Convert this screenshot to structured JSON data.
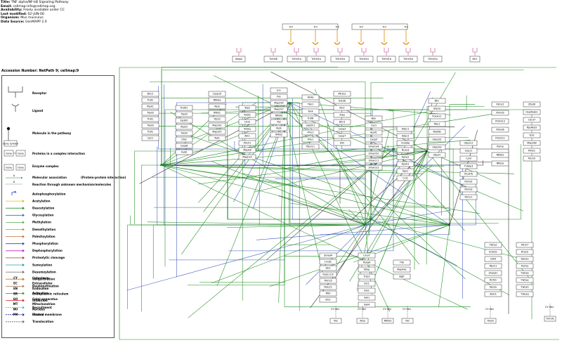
{
  "meta": {
    "title_label": "Title:",
    "title": "TNF alpha/NF-kB Signaling Pathway",
    "email_label": "Email:",
    "email": "cellmap-info@cellmap.org",
    "availability_label": "Availability:",
    "availability": "Freely available under CC",
    "modified_label": "Last modified:",
    "modified": "02-JUN-06",
    "organism_label": "Organism:",
    "organism": "Mus musculus",
    "source_label": "Data Source:",
    "source": "GenMAPP 2.0"
  },
  "accession": "Accession Number: NetPath 9; cellmap:9",
  "legend": {
    "receptor": "Receptor",
    "ligand": "Ligand",
    "gene_symbol": "Gene Symbol",
    "molecule": "Molecule in the pathway",
    "complex_gene_a": "Gene",
    "complex_gene_b": "Gene",
    "complex": "Proteins in a complex interaction",
    "enzyme_gene_a": "Gene",
    "enzyme_gene_b": "Gene",
    "enzyme": "Enzyme complex",
    "assoc_letter": "A",
    "assoc": "Molecular association",
    "assoc_note": "(Protein-protein interaction)",
    "unknown_letter": "D",
    "unknown": "Reaction through unknown mechanism/molecules",
    "reactions": [
      {
        "name": "Autophosphorylation",
        "color": "#1f3fbf"
      },
      {
        "name": "Acetylation",
        "color": "#e0c000"
      },
      {
        "name": "Deacetylation",
        "color": "#2a8a2a"
      },
      {
        "name": "Glycosylation",
        "color": "#4060d0"
      },
      {
        "name": "Methylation",
        "color": "#50b050"
      },
      {
        "name": "Demethylation",
        "color": "#a0a020"
      },
      {
        "name": "Palmitoylation",
        "color": "#c07030"
      },
      {
        "name": "Phosphorylation",
        "color": "#2040d0"
      },
      {
        "name": "Dephosphorylation",
        "color": "#c020c0"
      },
      {
        "name": "Proteolytic cleavage",
        "color": "#8a5020"
      },
      {
        "name": "Sumoylation",
        "color": "#20a0a0"
      },
      {
        "name": "Desumoylation",
        "color": "#6a6a6a"
      },
      {
        "name": "Ubiquitination",
        "color": "#e07000"
      },
      {
        "name": "Deubiquitination",
        "color": "#b08060"
      },
      {
        "name": "Activation",
        "color": "#18a018"
      },
      {
        "name": "Inhibition",
        "color": "#e02020"
      },
      {
        "name": "Recruitment",
        "color": "#20c0e0"
      },
      {
        "name": "Control",
        "color": "#2020a0"
      },
      {
        "name": "Translocation",
        "color": "#606060"
      }
    ],
    "compartments": [
      {
        "code": "CY",
        "name": "Cytoplasm"
      },
      {
        "code": "EC",
        "name": "Extracellular"
      },
      {
        "code": "EN",
        "name": "Endosome"
      },
      {
        "code": "ER",
        "name": "Endoplasmic reticulum"
      },
      {
        "code": "GO",
        "name": "Golgi apparatus"
      },
      {
        "code": "MT",
        "name": "Mitochondrion"
      },
      {
        "code": "NU",
        "name": "Nucleus"
      },
      {
        "code": "PM",
        "name": "Plasma membrane"
      }
    ]
  },
  "ligands": [
    "Tnf",
    "Tnf",
    "Tnf",
    "Tnf",
    "Tnf",
    "Tnf"
  ],
  "receptors": [
    {
      "label": "Akap2"
    },
    {
      "label": "Tnfrsf8"
    },
    {
      "label": "Tnfrsf1a"
    },
    {
      "label": "Tnfrsf1a"
    },
    {
      "label": "Tnfrsf1b"
    },
    {
      "label": "Tnfrsf1a"
    },
    {
      "label": "Tnfrsf1b"
    },
    {
      "label": "Tnfrsf1b"
    },
    {
      "label": "Tnfrsf1a"
    },
    {
      "label": "Ikk1"
    }
  ],
  "nodes": [
    "Birc2",
    "Traf2",
    "Ripk1",
    "Tradd",
    "Traf1",
    "Tradd",
    "Traf1",
    "Cav1",
    "Trafd1",
    "Tradd",
    "Ep300",
    "Ripk3",
    "Tradd",
    "Cflar",
    "Casp8",
    "Fadd",
    "Casp10",
    "Nfkbia",
    "Rela",
    "Nfkb1",
    "Trp53",
    "Map3k1",
    "Map3k7",
    "Tab1",
    "Tab2",
    "Ikbkb",
    "Chuk",
    "Ikbkg",
    "Akt1",
    "Pik3r1",
    "Mapk8",
    "Mapk14",
    "Jun",
    "Fos",
    "Map2k4",
    "Map2k7",
    "Nfkbib",
    "Rel",
    "Relb",
    "Nfkb2",
    "Ikbke",
    "Tbk1",
    "Tank",
    "Traf6",
    "Sqstm1",
    "Prkcz",
    "Prkci",
    "Ptpn11",
    "Pik3ca",
    "Gsk3b",
    "Bcl2",
    "Xiap",
    "Birc3",
    "Casp3",
    "Casp7",
    "Bid",
    "Bax",
    "Cycs",
    "Apaf1",
    "Casp9",
    "Smarca4",
    "Smarcb1",
    "Smarcc1",
    "Smarce1",
    "Hdac1",
    "Hdac2",
    "Crebbp",
    "Ncoa3",
    "Kpna2",
    "Kpnb1",
    "Xpo1",
    "Cul1",
    "Btrc",
    "Skp1a",
    "Fbxw11",
    "Rbx1",
    "Nedd8",
    "Ube2d2",
    "Ube2d3",
    "Ube2n",
    "Ube2v1",
    "Usp11",
    "Cyld",
    "Tnfaip3",
    "Otud7b",
    "Psmd1",
    "Psmd2",
    "Psmc1",
    "Psmc2",
    "Psmd3",
    "Psmd13",
    "Psma6",
    "Psmd11",
    "Pomp",
    "Nfkbie",
    "Nfkbiz",
    "Zfp36",
    "Hsp90ab1",
    "Cdc37",
    "Rps6ka5",
    "Tpl2",
    "Map3k8",
    "Mink1",
    "Mcm5",
    "Mcm7",
    "Rrp1b",
    "Ddx3x",
    "Polr2a",
    "Ywhab",
    "Ywhae",
    "Ywhah",
    "Ywhaq",
    "Ywhaz",
    "Gnb2l1",
    "Cdk9",
    "Rbck1",
    "Sharpin",
    "Rnf31",
    "Nemo",
    "Abin1",
    "Smad4",
    "Lrrc8c",
    "Ikk2",
    "Ppp1r13l",
    "Trim25",
    "Nlrp12",
    "Mlkl",
    "Elk1",
    "Lmo7",
    "Pa2g4",
    "Tollip",
    "Tnip1",
    "Dlc1",
    "Dlx1",
    "Irak1",
    "Irak4",
    "Tifa",
    "Map4k2",
    "Ngfr"
  ],
  "targets": [
    "Rel",
    "Rela",
    "Nfkbia",
    "Rel",
    "Tnfrsf1",
    "Tradd"
  ],
  "compartment_tags": [
    "CY→NU",
    "CY→NU",
    "CY→NU",
    "CY→NU",
    "CY→NU",
    "CY→NU"
  ]
}
